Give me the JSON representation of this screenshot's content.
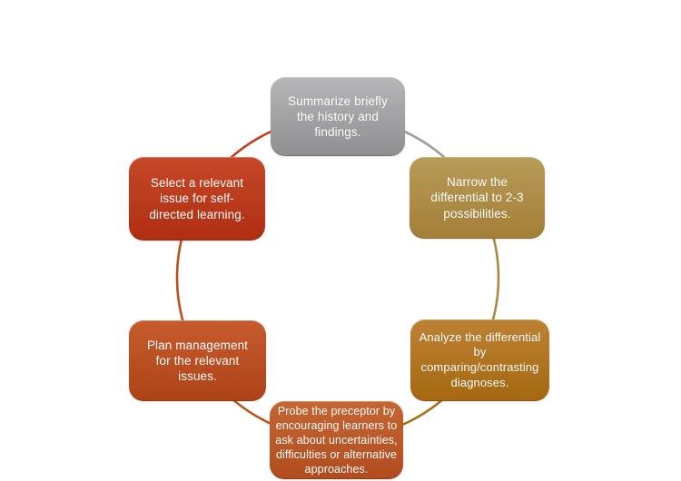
{
  "canvas_background": "#ffffff",
  "diagram": {
    "type": "cycle",
    "text_color": "#ffffff",
    "steps": [
      {
        "name": "summarize",
        "label": "Summarize briefly the history and findings.",
        "color_top": "#b6b6b8",
        "color_bottom": "#8f8f92",
        "arc_color": "#9c9c9f"
      },
      {
        "name": "narrow",
        "label": "Narrow the differential to 2-3 possibilities.",
        "color_top": "#b89b58",
        "color_bottom": "#a37f38",
        "arc_color": "#ab8a3f"
      },
      {
        "name": "analyze",
        "label": "Analyze the differential by comparing/contrasting diagnoses.",
        "color_top": "#bd8134",
        "color_bottom": "#a56810",
        "arc_color": "#aa7012"
      },
      {
        "name": "probe",
        "label": "Probe the preceptor by encouraging learners to ask about uncertainties, difficulties or alternative approaches.",
        "color_top": "#c66633",
        "color_bottom": "#b04c1e",
        "arc_color": "#b5561f"
      },
      {
        "name": "plan",
        "label": "Plan management for the relevant issues.",
        "color_top": "#c65c2e",
        "color_bottom": "#ad4316",
        "arc_color": "#bc4e1d"
      },
      {
        "name": "select",
        "label": "Select a relevant issue for self-directed learning.",
        "color_top": "#c64828",
        "color_bottom": "#b02e12",
        "arc_color": "#c23d18"
      }
    ]
  }
}
